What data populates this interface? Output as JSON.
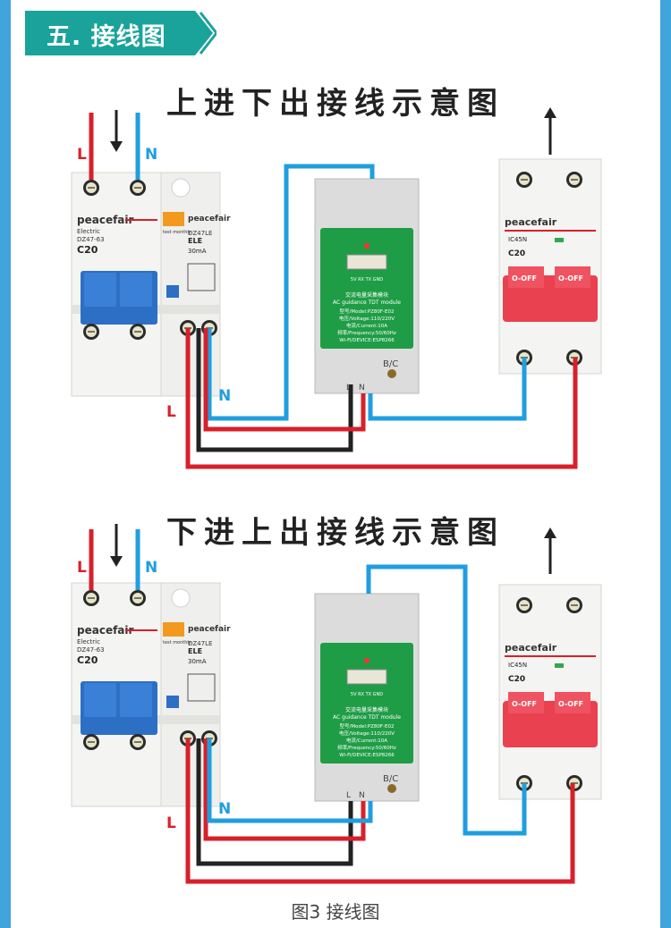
{
  "section": {
    "title": "五. 接线图"
  },
  "diagrams": [
    {
      "title": "上进下出接线示意图",
      "labels": {
        "l_in": "L",
        "n_in": "N",
        "l_out": "L",
        "n_out": "N"
      },
      "rcbo": {
        "brand": "peacefair",
        "electric": "Electric",
        "model": "DZ47-63",
        "rating": "C20",
        "rcd_model": "DZ47LE",
        "rcd_type": "ELE",
        "trip": "30mA",
        "test": "test monthly"
      },
      "meter": {
        "line1": "5V RX TX GND",
        "line2": "交流电量采集模块",
        "line3": "AC guidance TDT module",
        "spec1": "型号/Model:PZ80F-E02",
        "spec2": "电压/Voltage:110/220V",
        "spec3": "电流/Current:10A",
        "spec4": "频率/Frequency:50/60Hz",
        "spec5": "Wi-Fi/DEVICE:ESP8266",
        "terminal": "B/C",
        "l": "L",
        "n": "N"
      },
      "mcb": {
        "brand": "peacefair",
        "model": "IC45N",
        "rating": "C20",
        "off1": "O-OFF",
        "off2": "O-OFF"
      }
    },
    {
      "title": "下进上出接线示意图",
      "labels": {
        "l_in": "L",
        "n_in": "N",
        "l_out": "L",
        "n_out": "N"
      },
      "rcbo": {
        "brand": "peacefair",
        "electric": "Electric",
        "model": "DZ47-63",
        "rating": "C20",
        "rcd_model": "DZ47LE",
        "rcd_type": "ELE",
        "trip": "30mA",
        "test": "test monthly"
      },
      "meter": {
        "line1": "5V RX TX GND",
        "line2": "交流电量采集模块",
        "line3": "AC guidance TDT module",
        "spec1": "型号/Model:PZ80F-E02",
        "spec2": "电压/Voltage:110/220V",
        "spec3": "电流/Current:10A",
        "spec4": "频率/Frequency:50/60Hz",
        "spec5": "Wi-Fi/DEVICE:ESP8266",
        "terminal": "B/C",
        "l": "L",
        "n": "N"
      },
      "mcb": {
        "brand": "peacefair",
        "model": "IC45N",
        "rating": "C20",
        "off1": "O-OFF",
        "off2": "O-OFF"
      }
    }
  ],
  "caption": "图3 接线图",
  "colors": {
    "frame": "#3fa5da",
    "tag": "#19a39a",
    "live": "#d8202a",
    "neutral": "#1f9ee0",
    "module": "#1f9d46",
    "breaker_handle": "#2d6fc4",
    "mcb_handle": "#e94150"
  }
}
